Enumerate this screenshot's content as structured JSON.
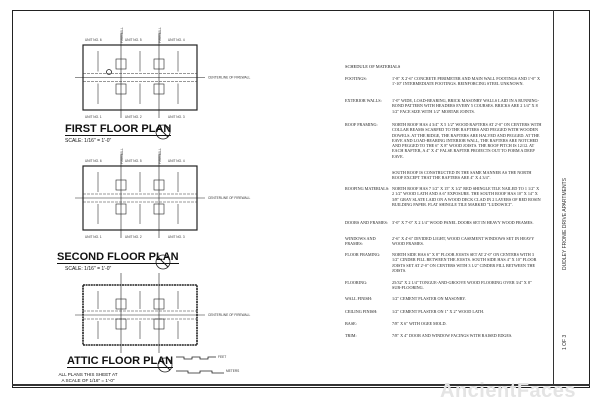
{
  "plans": [
    {
      "title": "FIRST FLOOR PLAN",
      "scale": "SCALE: 1/16\" = 1'-0\"",
      "units_top": [
        "UNIT NO. 6",
        "UNIT NO. 5",
        "UNIT NO. 4"
      ],
      "units_bottom": [
        "UNIT NO. 1",
        "UNIT NO. 2",
        "UNIT NO. 3"
      ],
      "centerline": "CENTERLINE OF FIREWALL",
      "firewall": "FIREWALL"
    },
    {
      "title": "SECOND FLOOR PLAN",
      "scale": "SCALE: 1/16\" = 1'-0\"",
      "units_top": [
        "UNIT NO. 6",
        "UNIT NO. 5",
        "UNIT NO. 4"
      ],
      "units_bottom": [
        "UNIT NO. 1",
        "UNIT NO. 2",
        "UNIT NO. 3"
      ],
      "centerline": "CENTERLINE OF FIREWALL",
      "firewall": "FIREWALL"
    },
    {
      "title": "ATTIC FLOOR PLAN",
      "centerline": "CENTERLINE OF FIREWALL",
      "note": "ALL PLANS THIS SHEET AT A SCALE OF 1/16\" = 1'-0\"",
      "scale_feet": "FEET",
      "scale_meters": "METERS"
    }
  ],
  "schedule": {
    "heading": "SCHEDULE OF MATERIALS",
    "rows": [
      {
        "label": "FOOTINGS:",
        "text": "1'-8\" X 2'-6\" CONCRETE PERIMETER AND MAIN WALL FOOTINGS AND 1'-0\" X 1'-10\" INTERMEDIATE FOOTINGS. REINFORCING STEEL UNKNOWN."
      },
      {
        "label": "EXTERIOR WALLS:",
        "text": "1'-0\" WIDE, LOAD-BEARING, BRICK MASONRY WALLS LAID IN A RUNNING-BOND PATTERN WITH HEADERS EVERY 5 COURSES. BRICKS ARE 2 1/4\" X 8 1/2\" FACE SIZE WITH 1/2\" MORTAR JOINTS."
      },
      {
        "label": "ROOF FRAMING:",
        "text": "NORTH ROOF HAS 4 3/4\" X 5 1/2\" WOOD RAFTERS AT 2'-0\" ON CENTERS WITH COLLAR BEAMS SCARFED TO THE RAFTERS AND PEGGED WITH WOODEN DOWELS. AT THE RIDGE, THE RAFTERS ARE HALVED AND PEGGED. AT THE EAVE AND LOAD-BEARING INTERIOR WALL, THE RAFTERS ARE NOTCHED AND PEGGED TO THE 6\" X 8\" WOOD JOISTS. THE ROOF PITCH IS 12/12. AT EACH RAFTER, A 4\" X 4\" FALSE RAFTER PROJECTS OUT TO FORM A DEEP EAVE."
      },
      {
        "label": "",
        "text": "SOUTH ROOF IS CONSTRUCTED IN THE SAME MANNER AS THE NORTH ROOF EXCEPT THAT THE RAFTERS ARE 4\" X 4 3/4\"."
      },
      {
        "label": "ROOFING MATERIALS:",
        "text": "NORTH ROOF HAS 7 1/2\" X 15\" X 1/2\" RED SHINGLE TILE NAILED TO 1 1/2\" X 2 1/2\" WOOD LATH AND A 6\" EXPOSURE. THE SOUTH ROOF HAS 10\" X 14\" X 3/8\" GRAY SLATE LAID ON A WOOD DECK CLAD IN 2 LAYERS OF RED ROSIN BUILDING PAPER. FLAT SHINGLE TILE MARKED \"LUDOWICI\"."
      },
      {
        "label": "DOORS AND FRAMES:",
        "text": "3'-0\" X 7'-0\" X 2 1/4\" WOOD PANEL DOORS SET IN HEAVY WOOD FRAMES."
      },
      {
        "label": "WINDOWS AND FRAMES:",
        "text": "2'-6\" X 4'-6\" DIVIDED LIGHT, WOOD CASEMENT WINDOWS SET IN HEAVY WOOD FRAMES."
      },
      {
        "label": "FLOOR FRAMING:",
        "text": "NORTH SIDE HAS 6\" X 8\" FLOOR JOISTS SET AT 2'-0\" ON CENTERS WITH 3 1/2\" CINDER FILL BETWEEN THE JOISTS. SOUTH SIDE HAS 4\" X 10\" FLOOR JOISTS SET AT 2'-0\" ON CENTERS WITH 3 1/2\" CINDER FILL BETWEEN THE JOISTS."
      },
      {
        "label": "FLOORING:",
        "text": "25/32\" X 2 1/4\" TONGUE-AND-GROOVE WOOD FLOORING OVER 3/4\" X 8\" SUB-FLOORING."
      },
      {
        "label": "WALL FINISH:",
        "text": "1/2\" CEMENT PLASTER ON MASONRY."
      },
      {
        "label": "CEILING FINISH:",
        "text": "1/2\" CEMENT PLASTER ON 1\" X 2\" WOOD LATH."
      },
      {
        "label": "BASE:",
        "text": "7/8\" X 6\" WITH OGEE MOLD."
      },
      {
        "label": "TRIM:",
        "text": "7/8\" X 4\" DOOR AND WINDOW FACINGS WITH RAISED EDGES."
      }
    ]
  },
  "title_block": {
    "project": "DUDLEY FRONIE DRIVE APARTMENTS",
    "sheet": "1 OF 3"
  },
  "watermark": "AncientFaces"
}
